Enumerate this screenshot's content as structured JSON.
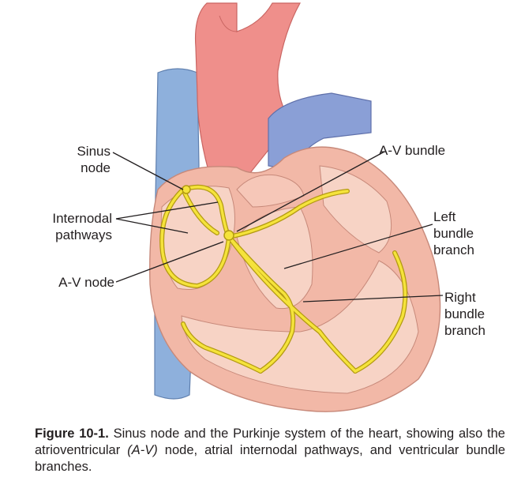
{
  "labels": {
    "sinus_node": [
      "Sinus",
      "node"
    ],
    "internodal_pathways": [
      "Internodal",
      "pathways"
    ],
    "av_node": "A-V node",
    "av_bundle": "A-V bundle",
    "left_bundle_branch": [
      "Left",
      "bundle",
      "branch"
    ],
    "right_bundle_branch": [
      "Right",
      "bundle",
      "branch"
    ]
  },
  "caption": {
    "figure_number": "Figure 10-1.",
    "text_1": " Sinus node and the Purkinje system of the heart, showing also the atrioventricular ",
    "text_italic": "(A-V)",
    "text_2": " node, atrial internodal pathways, and ventricular bundle branches."
  },
  "colors": {
    "aorta": "#ef8f8b",
    "vena_cava": "#8eb0dc",
    "pulmonary": "#8a9fd6",
    "myocardium": "#f2b8a7",
    "chamber": "#f7d3c5",
    "conduction": "#f5e33b",
    "conduction_outline": "#b39a12"
  }
}
